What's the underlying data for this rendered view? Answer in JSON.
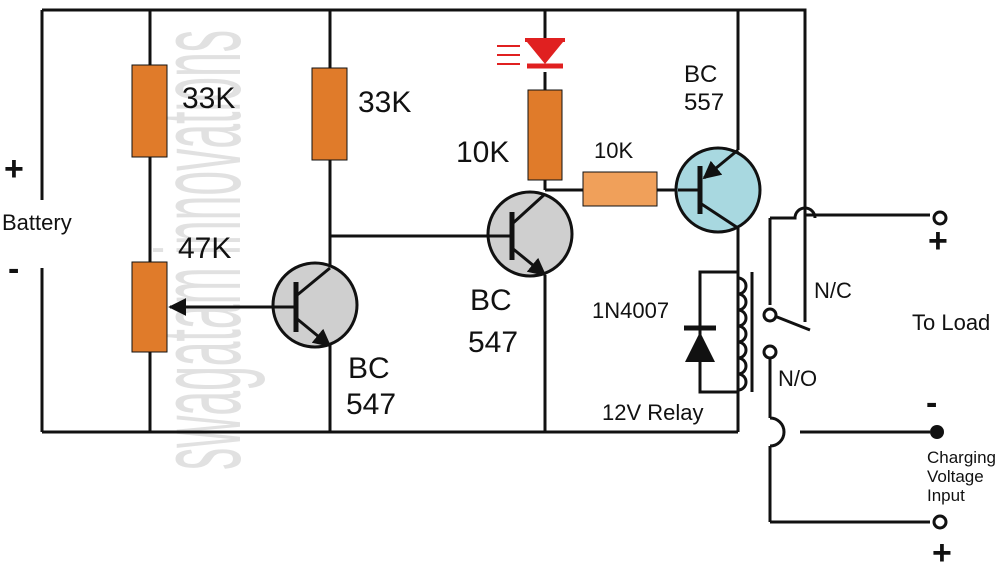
{
  "diagram": {
    "watermark": "swagatam innovations",
    "battery": {
      "plus": "+",
      "label": "Battery",
      "minus": "-"
    },
    "resistors": {
      "r1": "33K",
      "r2": "33K",
      "led_resistor": "10K",
      "base_resistor": "10K"
    },
    "preset": "47K",
    "transistors": {
      "q1": {
        "line1": "BC",
        "line2": "547"
      },
      "q2": {
        "line1": "BC",
        "line2": "547"
      },
      "q3": {
        "line1": "BC",
        "line2": "557"
      }
    },
    "diode": "1N4007",
    "relay": "12V Relay",
    "contacts": {
      "nc": "N/C",
      "no": "N/O"
    },
    "load": {
      "plus": "+",
      "label": "To Load",
      "minus": "-"
    },
    "charging": {
      "line1": "Charging",
      "line2": "Voltage",
      "line3": "Input",
      "plus": "+"
    }
  },
  "colors": {
    "wire": "#111111",
    "resistor": "#e07b2a",
    "base_resistor": "#f0a05a",
    "npn_body": "#cfcfcf",
    "pnp_body": "#a8d8e0",
    "led": "#e02020",
    "watermark": "#c9c9c9"
  }
}
